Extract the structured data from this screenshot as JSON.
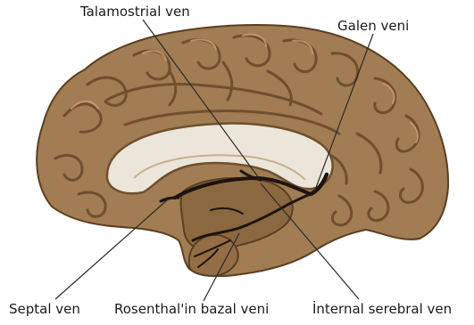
{
  "labels": {
    "talamostrial": "Talamostrial ven",
    "galen": "Galen veni",
    "septal": "Septal ven",
    "rosenthal": "Rosenthal'in bazal veni",
    "internal": "İnternal serebral ven"
  },
  "colors": {
    "brain_fill": "#a27c52",
    "brain_shadow": "#6e4f2e",
    "brain_highlight": "#c9a174",
    "corpus_callosum": "#ece6da",
    "vein": "#1c140c",
    "leader_line": "#2a2a2a"
  }
}
